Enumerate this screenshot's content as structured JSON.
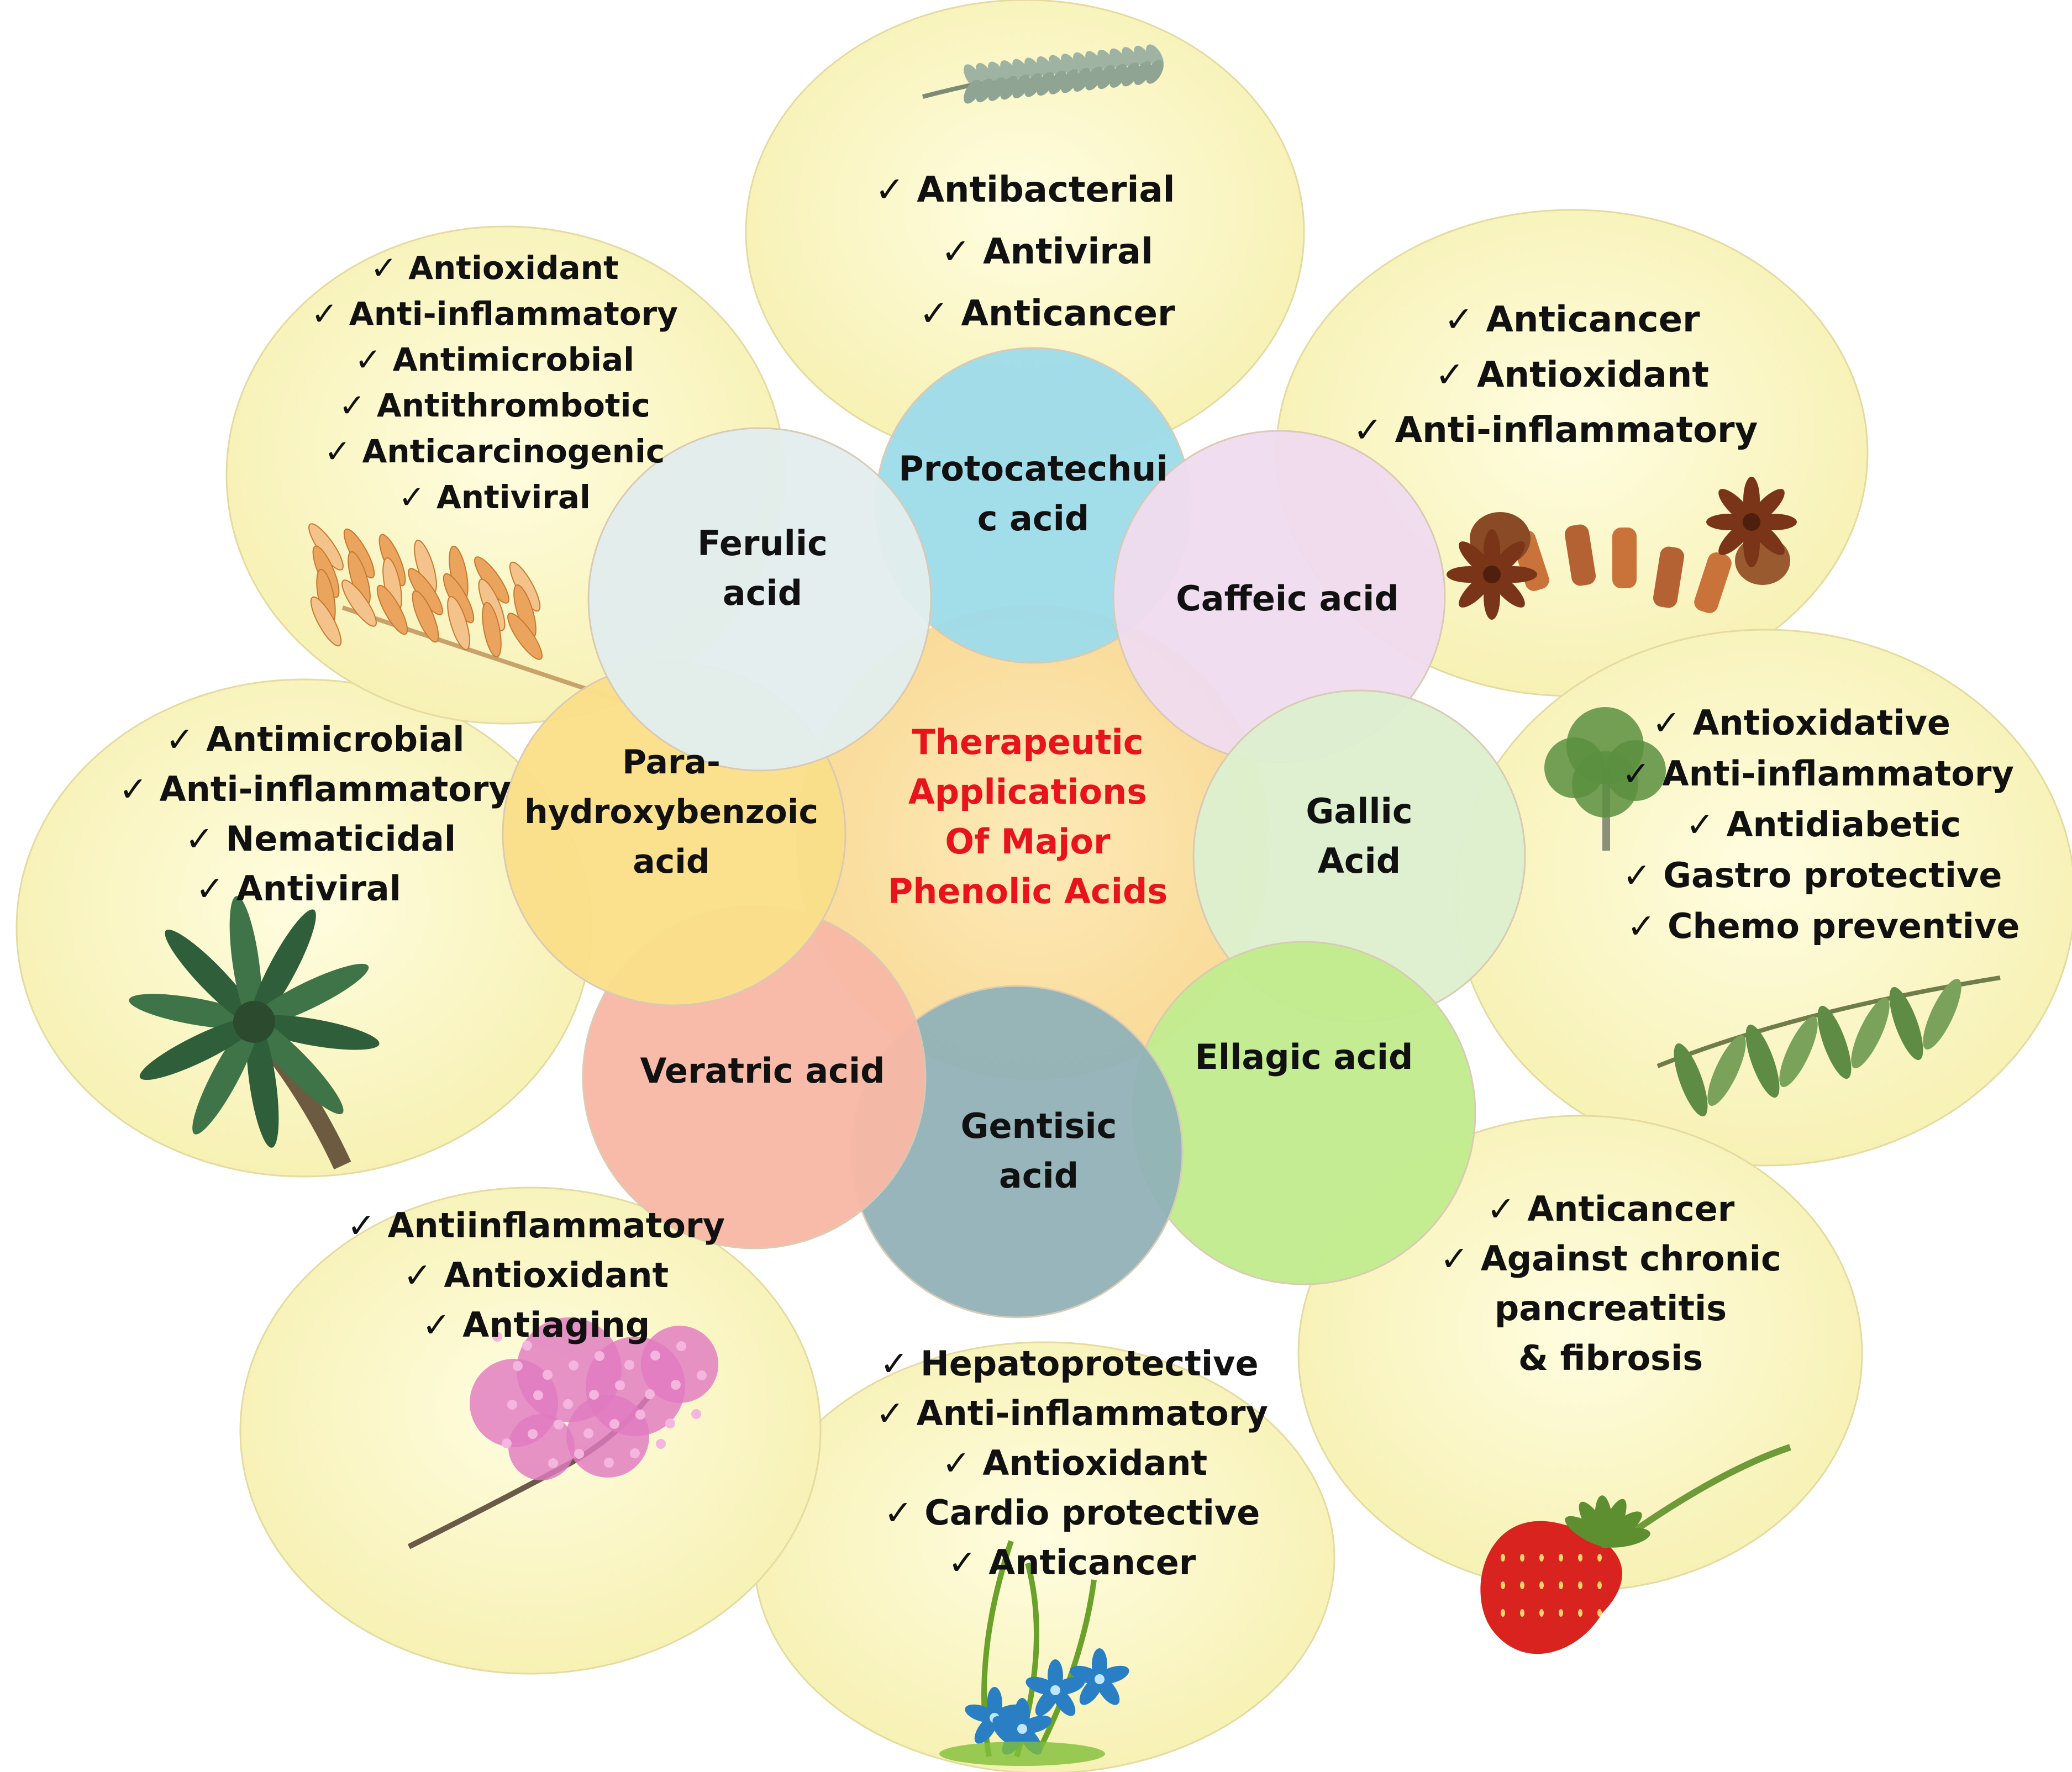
{
  "center": {
    "title_lines": [
      "Therapeutic",
      "Applications",
      "Of Major",
      "Phenolic Acids"
    ],
    "title_color": "#e8141c"
  },
  "check_mark": "✓",
  "colors": {
    "outer_fill": "#fbf7c6",
    "center_fill": "#fbe3a4",
    "text": "#111111"
  },
  "acids": [
    {
      "id": "protocatechuic",
      "lines": [
        "Protocatechui",
        "c acid"
      ],
      "fill": "#9fdcea",
      "applications": [
        "Antibacterial",
        "Antiviral",
        "Anticancer"
      ],
      "source_icon": "fern-sprig-icon"
    },
    {
      "id": "caffeic",
      "lines": [
        "Caffeic acid"
      ],
      "fill": "#f0dcef",
      "applications": [
        "Anticancer",
        "Antioxidant",
        "Anti-inflammatory"
      ],
      "source_icon": "spices-icon"
    },
    {
      "id": "gallic",
      "lines": [
        "Gallic",
        "Acid"
      ],
      "fill": "#ddf0cf",
      "applications": [
        "Antioxidative",
        "Anti-inflammatory",
        "Antidiabetic",
        "Gastro protective",
        "Chemo preventive"
      ],
      "source_icon": "eucalyptus-icon"
    },
    {
      "id": "ellagic",
      "lines": [
        "Ellagic acid"
      ],
      "fill": "#c2ec8f",
      "applications": [
        "Anticancer",
        "Against chronic",
        "pancreatitis",
        "& fibrosis"
      ],
      "source_icon": "strawberry-icon"
    },
    {
      "id": "gentisic",
      "lines": [
        "Gentisic",
        "acid"
      ],
      "fill": "#93b3b8",
      "applications": [
        "Hepatoprotective",
        "Anti-inflammatory",
        "Antioxidant",
        "Cardio protective",
        "Anticancer"
      ],
      "source_icon": "gentian-flower-icon"
    },
    {
      "id": "veratric",
      "lines": [
        "Veratric acid"
      ],
      "fill": "#f8b9a6",
      "applications": [
        "Antiinflammatory",
        "Antioxidant",
        "Antiaging"
      ],
      "source_icon": "blossom-tree-icon"
    },
    {
      "id": "parahydroxybenzoic",
      "lines": [
        "Para-",
        "hydroxybenzoic",
        "acid"
      ],
      "fill": "#fbe08a",
      "applications": [
        "Antimicrobial",
        "Anti-inflammatory",
        "Nematicidal",
        "Antiviral"
      ],
      "source_icon": "palm-tree-icon"
    },
    {
      "id": "ferulic",
      "lines": [
        "Ferulic",
        "acid"
      ],
      "fill": "#e3eeee",
      "applications": [
        "Antioxidant",
        "Anti-inflammatory",
        "Antimicrobial",
        "Antithrombotic",
        "Anticarcinogenic",
        "Antiviral"
      ],
      "source_icon": "oat-grain-icon"
    }
  ]
}
